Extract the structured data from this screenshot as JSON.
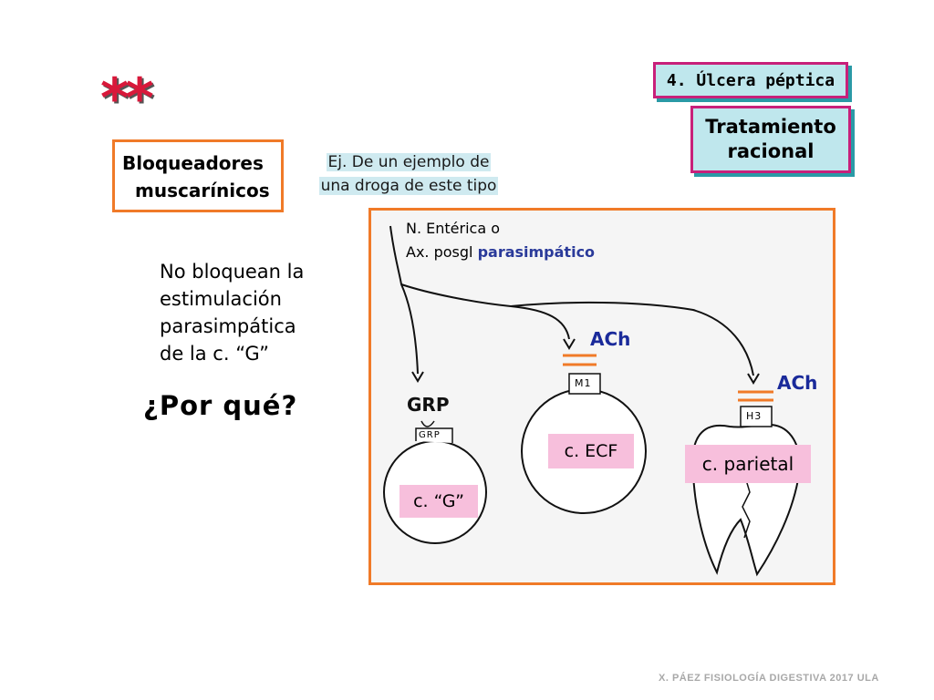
{
  "stars": "**",
  "header": {
    "section": "4. Úlcera péptica",
    "tratamiento_line1": "Tratamiento",
    "tratamiento_line2": "racional"
  },
  "bloqueadores": {
    "line1": "Bloqueadores",
    "line2": "muscarínicos"
  },
  "ejemplo": {
    "line1": "Ej. De un ejemplo de",
    "line2": "una droga de este tipo"
  },
  "statement": {
    "line1": "No bloquean la",
    "line2": "estimulación",
    "line3": "parasimpática",
    "line4": "de la c. “G”"
  },
  "question": "¿Por qué?",
  "diagram": {
    "nerve_line1": "N. Entérica o",
    "nerve_line2_prefix": "Ax. posgl ",
    "nerve_line2_highlight": "parasimpático",
    "ach_1": "ACh",
    "ach_2": "ACh",
    "grp": "GRP",
    "grp_receptor": "GRP",
    "m1_receptor": "M1",
    "h3_receptor": "H3",
    "cell_g": "c. “G”",
    "cell_ecf": "c. ECF",
    "cell_parietal": "c. parietal"
  },
  "footer": "X. PÁEZ   FISIOLOGÍA DIGESTIVA 2017  ULA",
  "colors": {
    "orange_border": "#f07a28",
    "teal_fill": "#bfe7ed",
    "magenta_border": "#c8207a",
    "pink_label": "#f7bfdc",
    "ach_blue": "#1a2a9a",
    "star_red": "#d8183a"
  }
}
